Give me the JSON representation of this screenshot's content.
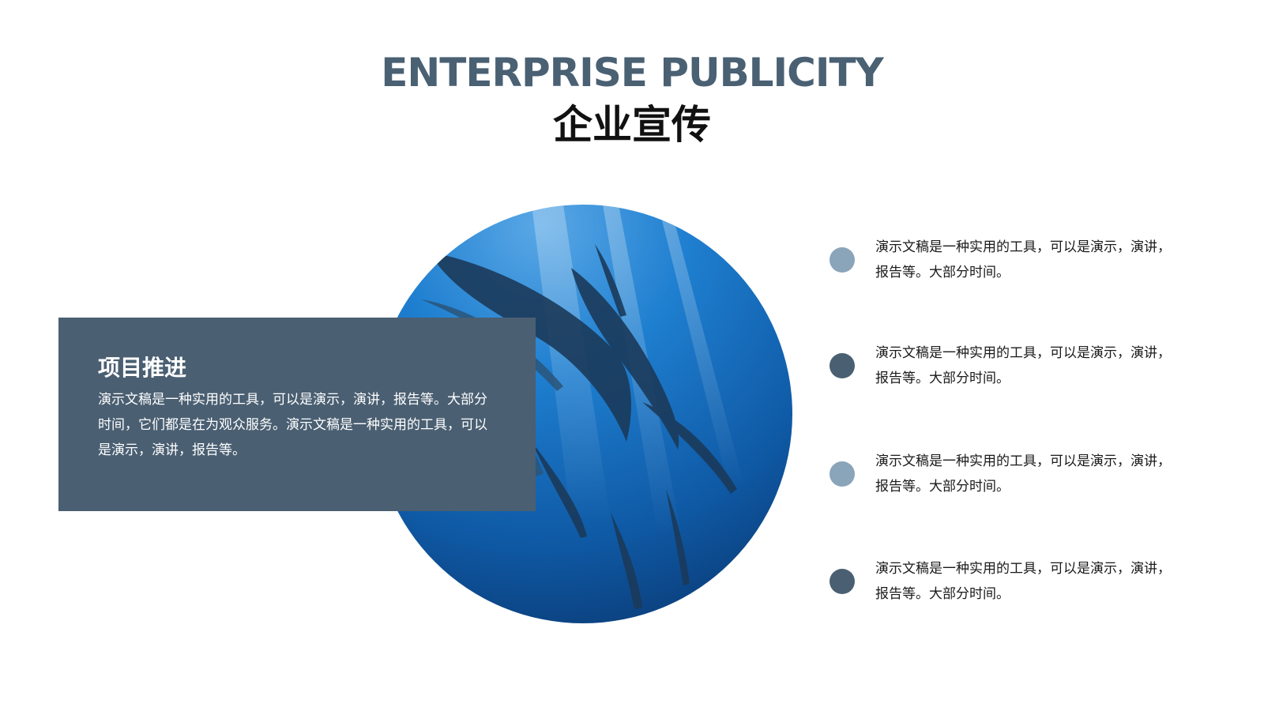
{
  "title_en": "ENTERPRISE PUBLICITY",
  "title_cn": "企业宣传",
  "info": {
    "title": "项目推进",
    "text": "演示文稿是一种实用的工具，可以是演示，演讲，报告等。大部分时间，它们都是在为观众服务。演示文稿是一种实用的工具，可以是演示，演讲，报告等。"
  },
  "bullets": [
    {
      "text": "演示文稿是一种实用的工具，可以是演示，演讲，报告等。大部分时间。",
      "dot_color": "#8aa4ba"
    },
    {
      "text": "演示文稿是一种实用的工具，可以是演示，演讲，报告等。大部分时间。",
      "dot_color": "#4a5f72"
    },
    {
      "text": "演示文稿是一种实用的工具，可以是演示，演讲，报告等。大部分时间。",
      "dot_color": "#8aa4ba"
    },
    {
      "text": "演示文稿是一种实用的工具，可以是演示，演讲，报告等。大部分时间。",
      "dot_color": "#4a5f72"
    }
  ],
  "colors": {
    "accent_dark": "#4a5f72",
    "accent_light": "#8aa4ba",
    "title_blue": "#4a6073"
  }
}
